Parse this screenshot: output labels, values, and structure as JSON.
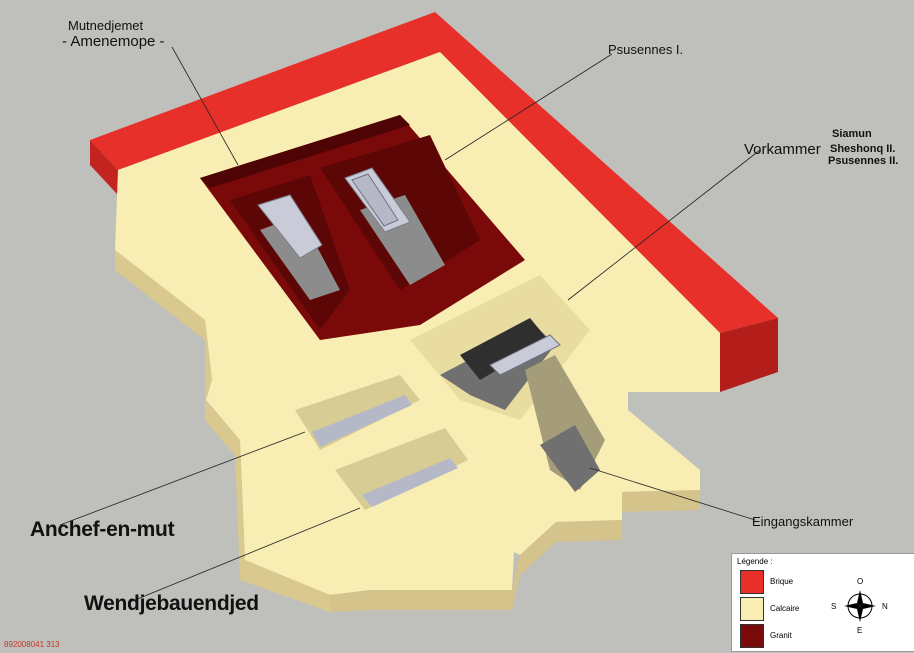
{
  "labels": {
    "mutnedjemet": "Mutnedjemet",
    "amenemope": "- Amenemope -",
    "psusennes1": "Psusennes I.",
    "siamun": "Siamun",
    "vorkammer": "Vorkammer",
    "sheshonq2": "Sheshonq II.",
    "psusennes2": "Psusennes II.",
    "anchef": "Anchef-en-mut",
    "wendjebauendjed": "Wendjebauendjed",
    "eingangskammer": "Eingangskammer"
  },
  "legend": {
    "title": "Légende :",
    "items": [
      {
        "name": "Brique",
        "color": "#e8302a"
      },
      {
        "name": "Calcaire",
        "color": "#f8eeb4"
      },
      {
        "name": "Granit",
        "color": "#7a0a0a"
      }
    ],
    "compass": {
      "n": "N",
      "s": "S",
      "e": "E",
      "o": "O"
    }
  },
  "catalog_number": "892008041 313",
  "colors": {
    "background": "#bfbfbb",
    "brick": "#e8302a",
    "brick_side": "#b31d1a",
    "limestone": "#f8eeb4",
    "limestone_side": "#d9c98f",
    "granite": "#7a0a0a",
    "granite_dark": "#4e0404",
    "floor": "#8c8c8c",
    "sarcophagus": "#c9ccd8"
  }
}
